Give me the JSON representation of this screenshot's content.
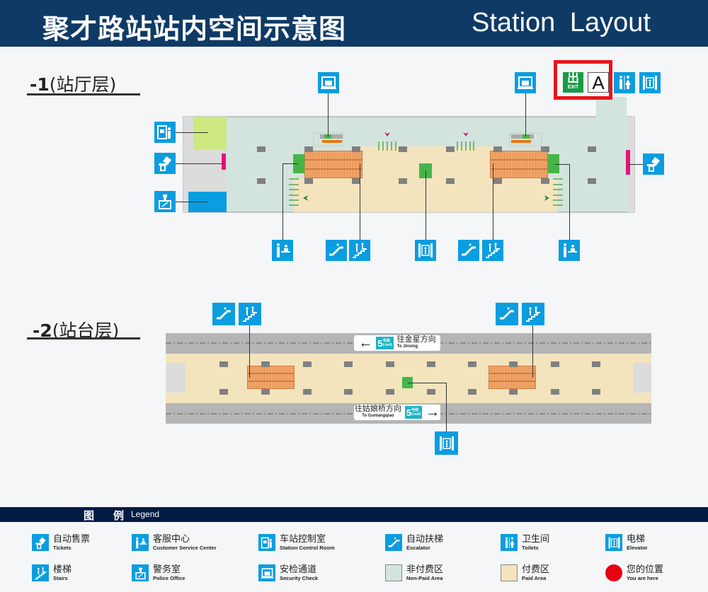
{
  "header": {
    "title_cn": "聚才路站站内空间示意图",
    "title_en": "Station  Layout"
  },
  "floors": {
    "concourse": {
      "level": "-1",
      "name": "(站厅层)"
    },
    "platform": {
      "level": "-2",
      "name": "(站台层)"
    }
  },
  "exit": {
    "exit_cn": "出",
    "exit_en": "EXIT",
    "letter": "A",
    "highlighted": true,
    "highlight_color": "#e8141b"
  },
  "directions": [
    {
      "cn": "往金星方向",
      "en": "To Jinxing",
      "line": "5",
      "line_cn": "号线",
      "line_en": "Line5",
      "arrow": "←"
    },
    {
      "cn": "往姑娘桥方向",
      "en": "To Guniangqiao",
      "line": "5",
      "line_cn": "号线",
      "line_en": "Line5",
      "arrow": "→"
    }
  ],
  "legend": {
    "title_cn": "图　例",
    "title_en": "Legend",
    "items": [
      {
        "cn": "自动售票",
        "en": "Tickets",
        "icon": "ticket-machine-icon"
      },
      {
        "cn": "客服中心",
        "en": "Customer Service Center",
        "icon": "customer-service-icon"
      },
      {
        "cn": "车站控制室",
        "en": "Station Control Room",
        "icon": "control-room-icon"
      },
      {
        "cn": "自动扶梯",
        "en": "Escalator",
        "icon": "escalator-icon"
      },
      {
        "cn": "卫生间",
        "en": "Toilets",
        "icon": "toilet-icon"
      },
      {
        "cn": "电梯",
        "en": "Elevator",
        "icon": "elevator-icon"
      },
      {
        "cn": "楼梯",
        "en": "Stairs",
        "icon": "stairs-icon"
      },
      {
        "cn": "警务室",
        "en": "Police Office",
        "icon": "police-icon"
      },
      {
        "cn": "安检通道",
        "en": "Security Check",
        "icon": "security-check-icon"
      },
      {
        "cn": "非付费区",
        "en": "Non-Paid Area",
        "color": "#d3e4de"
      },
      {
        "cn": "付费区",
        "en": "Paid Area",
        "color": "#f3e4be"
      },
      {
        "cn": "您的位置",
        "en": "You are here",
        "color": "#e60012"
      }
    ]
  },
  "colors": {
    "header": "#0f3a66",
    "icon_blue": "#0a9de0",
    "non_paid": "#d3e4de",
    "paid": "#f3e4be",
    "escalator": "#f0a468",
    "elevator_green": "#44b649",
    "ticket_magenta": "#e4137a",
    "control_room": "#cde87e"
  }
}
